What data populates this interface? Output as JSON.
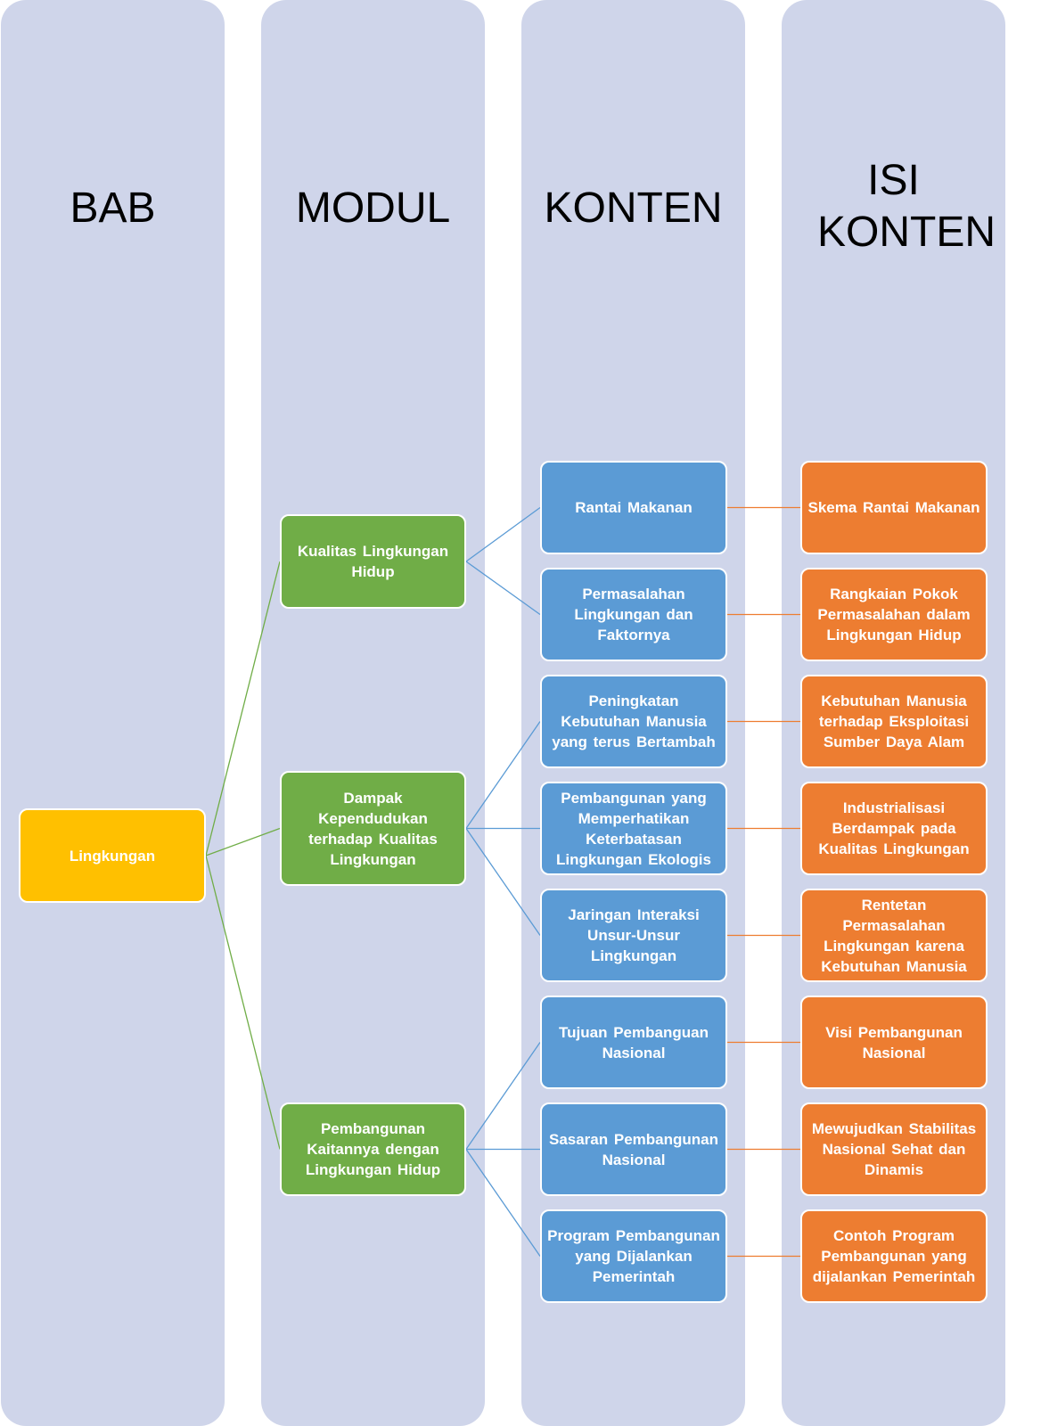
{
  "colors": {
    "lane_bg": "#CFD5EA",
    "bab": "#FFC000",
    "modul": "#70AD47",
    "konten": "#5B9BD5",
    "isi": "#ED7D31"
  },
  "lanes": [
    {
      "title": "BAB"
    },
    {
      "title": "MODUL"
    },
    {
      "title": "KONTEN"
    },
    {
      "title": "ISI KONTEN"
    }
  ],
  "bab": {
    "label": "Lingkungan"
  },
  "modul": [
    {
      "label": "Kualitas Lingkungan Hidup"
    },
    {
      "label": "Dampak Kependudukan terhadap Kualitas Lingkungan"
    },
    {
      "label": "Pembangunan Kaitannya dengan Lingkungan Hidup"
    }
  ],
  "konten": [
    {
      "label": "Rantai Makanan",
      "modul": 0
    },
    {
      "label": "Permasalahan Lingkungan dan Faktornya",
      "modul": 0
    },
    {
      "label": "Peningkatan Kebutuhan Manusia yang terus Bertambah",
      "modul": 1
    },
    {
      "label": "Pembangunan yang Memperhatikan Keterbatasan Lingkungan Ekologis",
      "modul": 1
    },
    {
      "label": "Jaringan Interaksi Unsur-Unsur Lingkungan",
      "modul": 1
    },
    {
      "label": "Tujuan Pembanguan Nasional",
      "modul": 2
    },
    {
      "label": "Sasaran Pembangunan Nasional",
      "modul": 2
    },
    {
      "label": "Program Pembangunan yang Dijalankan Pemerintah",
      "modul": 2
    }
  ],
  "isi": [
    {
      "label": "Skema Rantai Makanan"
    },
    {
      "label": "Rangkaian Pokok Permasalahan dalam Lingkungan Hidup"
    },
    {
      "label": "Kebutuhan Manusia terhadap Eksploitasi Sumber Daya Alam"
    },
    {
      "label": "Industrialisasi Berdampak pada Kualitas Lingkungan"
    },
    {
      "label": "Rentetan Permasalahan Lingkungan karena Kebutuhan Manusia"
    },
    {
      "label": "Visi Pembangunan Nasional"
    },
    {
      "label": "Mewujudkan Stabilitas Nasional Sehat dan Dinamis"
    },
    {
      "label": "Contoh Program Pembangunan yang dijalankan Pemerintah"
    }
  ]
}
